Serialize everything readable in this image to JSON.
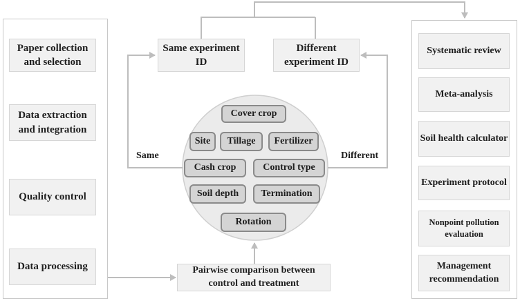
{
  "left_panel": {
    "steps": [
      "Paper collection and selection",
      "Data extraction and integration",
      "Quality control",
      "Data processing"
    ]
  },
  "center": {
    "same_id": "Same experiment ID",
    "different_id": "Different experiment ID",
    "same_label": "Same",
    "different_label": "Different",
    "factors": {
      "cover_crop": "Cover crop",
      "site": "Site",
      "tillage": "Tillage",
      "fertilizer": "Fertilizer",
      "cash_crop": "Cash crop",
      "control_type": "Control type",
      "soil_depth": "Soil depth",
      "termination": "Termination",
      "rotation": "Rotation"
    },
    "pairwise": "Pairwise comparison between control and treatment"
  },
  "right_panel": {
    "items": [
      "Systematic review",
      "Meta-analysis",
      "Soil health calculator",
      "Experiment protocol",
      "Nonpoint pollution evaluation",
      "Management recommendation"
    ]
  },
  "colors": {
    "arrow": "#bdbdbd",
    "box_fill": "#f1f1f1",
    "box_border": "#d6d6d6",
    "circle_fill": "#ebebeb",
    "factor_fill": "#d4d4d4",
    "factor_border": "#8a8a8a"
  }
}
